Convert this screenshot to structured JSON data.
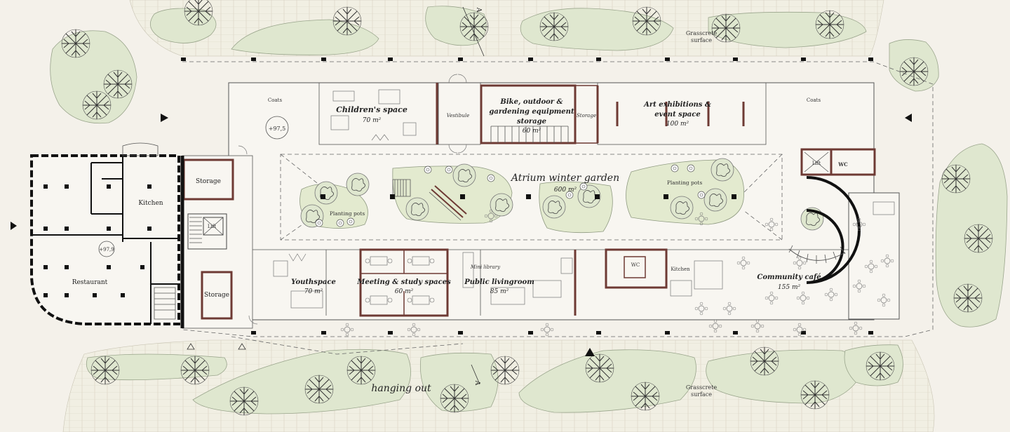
{
  "labels": {
    "grasscrete_top_1": "Grasscrete",
    "grasscrete_top_2": "surface",
    "grasscrete_bottom_1": "Grasscrete",
    "grasscrete_bottom_2": "surface",
    "coats_left": "Coats",
    "coats_right": "Coats",
    "level_left": "+97,5",
    "level_restaurant": "+97,9",
    "childrens_space": "Children's space",
    "childrens_area": "70 m²",
    "vestibule": "Vestibule",
    "bike_line1": "Bike, outdoor &",
    "bike_line2": "gardening equipment",
    "bike_line3": "storage",
    "bike_area": "60 m²",
    "storage_small": "Storage",
    "art_line1": "Art exhibitions &",
    "art_line2": "event space",
    "art_area": "100 m²",
    "atrium": "Atrium winter garden",
    "atrium_area": "600 m²",
    "planting_pots_left": "Planting pots",
    "planting_pots_right": "Planting pots",
    "storage_upper": "Storage",
    "storage_lower": "Storage",
    "kitchen_restaurant": "Kitchen",
    "restaurant": "Restaurant",
    "lift_left": "Lift",
    "lift_right": "Lift",
    "wc_right": "WC",
    "youthspace": "Youthspace",
    "youth_area": "70 m²",
    "meeting": "Meeting & study spaces",
    "meeting_area": "60 m²",
    "mini_library": "Mini library",
    "public_living": "Public livingroom",
    "public_area": "85 m²",
    "wc_center": "WC",
    "kitchen_cafe": "Kitchen",
    "community_cafe": "Community café",
    "cafe_area": "155 m²",
    "hanging_out": "hanging out",
    "section_top": "A",
    "section_bottom": "A"
  }
}
